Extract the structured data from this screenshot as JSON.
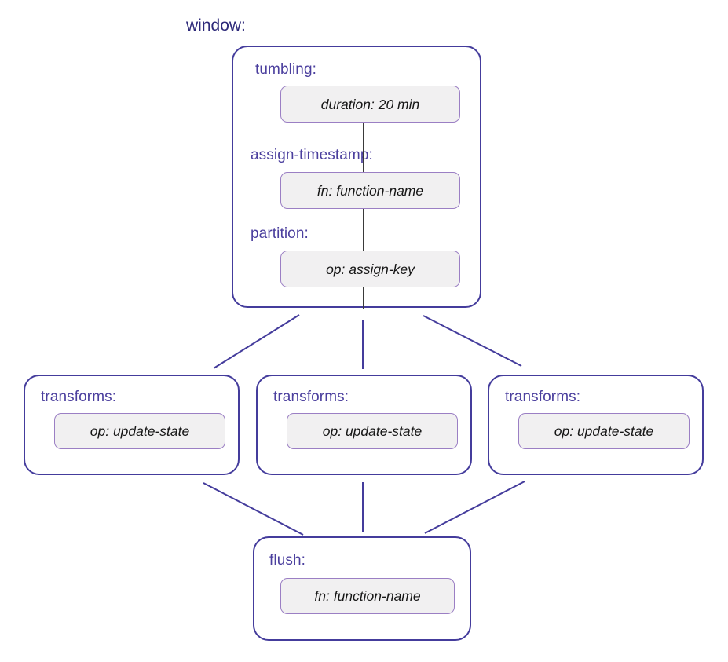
{
  "title": "window:",
  "colors": {
    "node_border": "#443c9c",
    "chip_border": "#9b7fc4",
    "chip_fill": "#f1f0f1",
    "label_text": "#4b3f9e",
    "title_text": "#2e2a7a",
    "chip_text": "#161616",
    "spine": "#3a3a3a",
    "background": "#ffffff"
  },
  "window_node": {
    "sections": [
      {
        "label": "tumbling:",
        "value": "duration: 20 min"
      },
      {
        "label": "assign-timestamp:",
        "value": "fn: function-name"
      },
      {
        "label": "partition:",
        "value": "op: assign-key"
      }
    ]
  },
  "transforms": [
    {
      "label": "transforms:",
      "value": "op: update-state"
    },
    {
      "label": "transforms:",
      "value": "op: update-state"
    },
    {
      "label": "transforms:",
      "value": "op: update-state"
    }
  ],
  "flush_node": {
    "label": "flush:",
    "value": "fn: function-name"
  },
  "graph": {
    "type": "diagram",
    "edges": [
      {
        "from": "window",
        "to": "transforms-left"
      },
      {
        "from": "window",
        "to": "transforms-center"
      },
      {
        "from": "window",
        "to": "transforms-right"
      },
      {
        "from": "transforms-left",
        "to": "flush"
      },
      {
        "from": "transforms-center",
        "to": "flush"
      },
      {
        "from": "transforms-right",
        "to": "flush"
      }
    ]
  }
}
